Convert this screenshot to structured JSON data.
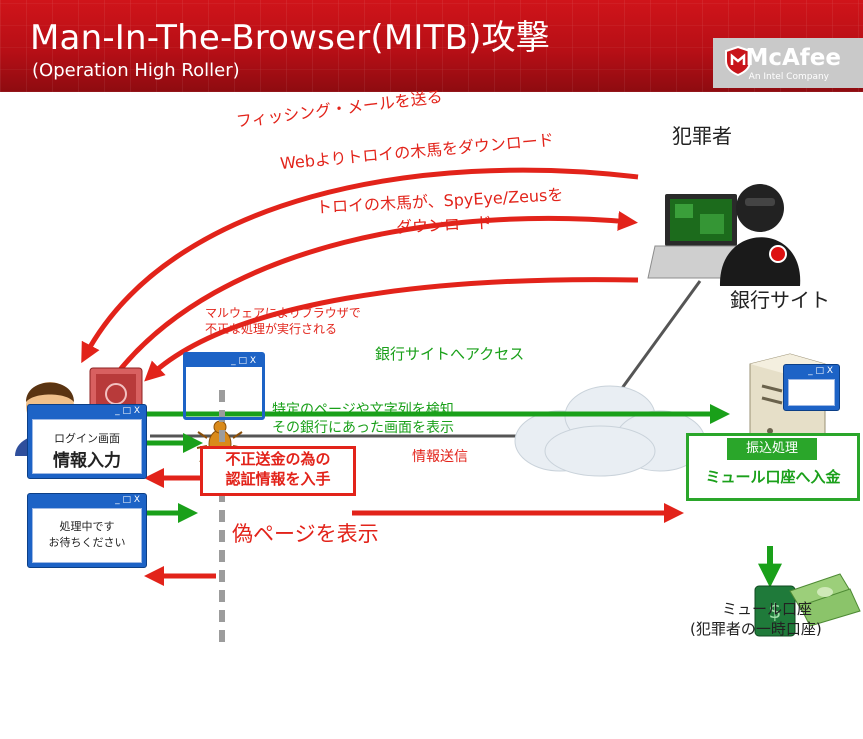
{
  "header": {
    "title": "Man-In-The-Browser(MITB)攻撃",
    "subtitle": "(Operation High Roller)",
    "brand": "McAfee",
    "brand_sub": "An Intel Company"
  },
  "labels": {
    "criminal": "犯罪者",
    "bank_site": "銀行サイト",
    "phishing": "フィッシング・メールを送る",
    "trojan_download": "Webよりトロイの木馬をダウンロード",
    "spyeye_line1": "トロイの木馬が、SpyEye/Zeusを",
    "spyeye_line2": "ダウンロード",
    "malware_line1": "マルウェアによりブラウザで",
    "malware_line2": "不正な処理が実行される",
    "bank_access": "銀行サイトへアクセス",
    "detect_line1": "特定のページや文字列を検知",
    "detect_line2": "その銀行にあった画面を表示",
    "info_send": "情報送信",
    "fake_page": "偽ページを表示",
    "mule_line1": "ミュール口座",
    "mule_line2": "(犯罪者の一時口座)"
  },
  "boxes": {
    "login_small": "ログイン画面",
    "login_big": "情報入力",
    "processing_line1": "処理中です",
    "processing_line2": "お待ちください",
    "fraud_line1": "不正送金の為の",
    "fraud_line2": "認証情報を入手",
    "transfer_title": "振込処理",
    "transfer_main": "ミュール口座へ入金"
  },
  "window_controls": "_ □ X",
  "colors": {
    "red": "#e2231a",
    "green": "#1aa01a",
    "window_blue": "#1d63c6",
    "header_red": "#c8141a"
  }
}
